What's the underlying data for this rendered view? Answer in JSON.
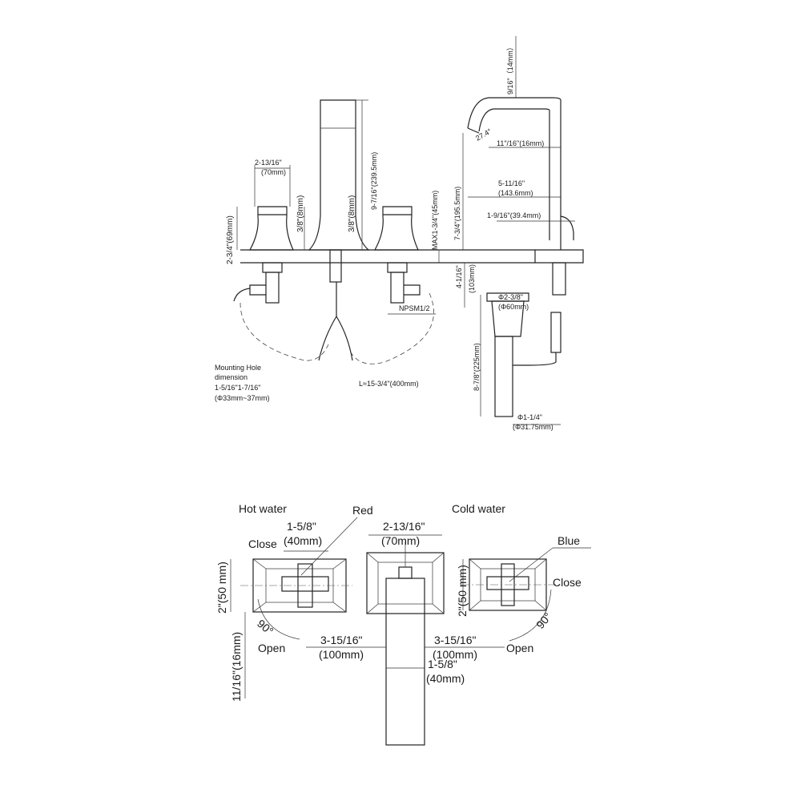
{
  "top_view": {
    "dims": {
      "handle_width": "2-13/16\"",
      "handle_width_mm": "(70mm)",
      "handle_height": "2-3/4\"(69mm)",
      "handle_gap": "3/8\"(8mm)",
      "spout_gap": "3/8\"(8mm)",
      "spout_body_height": "9-7/16\"(239.5mm)",
      "deck_max": "MAX1-3/4\"(45mm)",
      "below_deck": "4-1/16\"",
      "below_deck_mm": "(103mm)",
      "thread": "NPSM1/2",
      "hose_length": "L≈15-3/4\"(400mm)",
      "spout_tip": "9/16\"（14mm）",
      "spout_angle": "27.4°",
      "spout_outlet": "11\"/16\"(16mm)",
      "spout_reach": "5-11/16\"",
      "spout_reach_mm": "(143.6mm)",
      "spout_height": "7-3/4\"(195.5mm)",
      "spout_base": "1-9/16\"(39.4mm)",
      "drain_dia": "Φ2-3/8\"",
      "drain_dia_mm": "(Φ60mm)",
      "drain_length": "8-7/8\"(225mm)",
      "tail_dia": "Φ1-1/4\"",
      "tail_dia_mm": "(Φ31.75mm)"
    },
    "mounting": {
      "line1": "Mounting Hole",
      "line2": "dimension",
      "line3": "1-5/16\"1-7/16\"",
      "line4": "(Φ33mm~37mm)"
    }
  },
  "plan_view": {
    "hot_label": "Hot water",
    "cold_label": "Cold water",
    "red_label": "Red",
    "blue_label": "Blue",
    "close_left": "Close",
    "close_right": "Close",
    "open_left": "Open",
    "open_right": "Open",
    "angle_left": "90°",
    "angle_right": "90°",
    "handle_len": "1-5/8\"",
    "handle_len_mm": "(40mm)",
    "spout_width": "2-13/16\"",
    "spout_width_mm": "(70mm)",
    "plate_height_left": "2\"(50 mm)",
    "plate_height_right": "2\"(50 mm)",
    "offset": "11/16\"(16mm)",
    "spacing_left": "3-15/16\"",
    "spacing_left_mm": "(100mm)",
    "spacing_right": "3-15/16\"",
    "spacing_right_mm": "(100mm)",
    "spout_neck": "1-5/8\"",
    "spout_neck_mm": "(40mm)"
  }
}
